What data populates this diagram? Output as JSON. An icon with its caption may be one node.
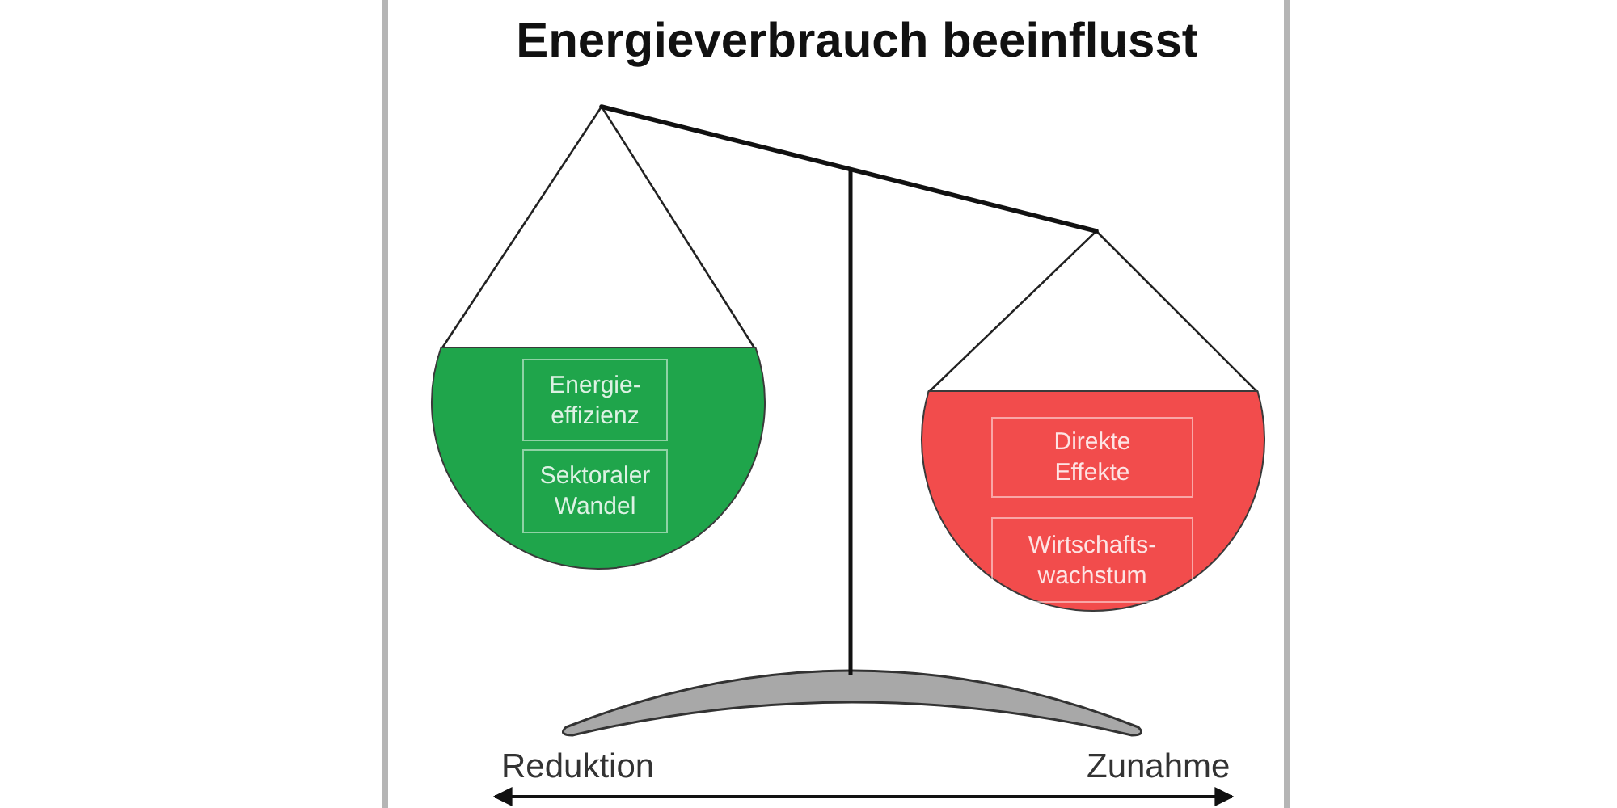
{
  "diagram": {
    "title": "Energieverbrauch beeinflusst",
    "nodes": [
      {
        "text": [],
        "shape": "bowl"
      },
      {
        "text": [
          "Energie- effizienz"
        ],
        "in": 0
      },
      {
        "text": [
          "Sektoraler Wandel"
        ],
        "in": 0
      },
      {
        "text": [],
        "shape": "bowl"
      },
      {
        "text": [
          "Direkte Effekte"
        ],
        "in": 3
      },
      {
        "text": [
          "Wirtschafts- wachstum"
        ],
        "in": 3
      }
    ],
    "labels": [
      "Reduktion",
      "Zunahme"
    ]
  }
}
